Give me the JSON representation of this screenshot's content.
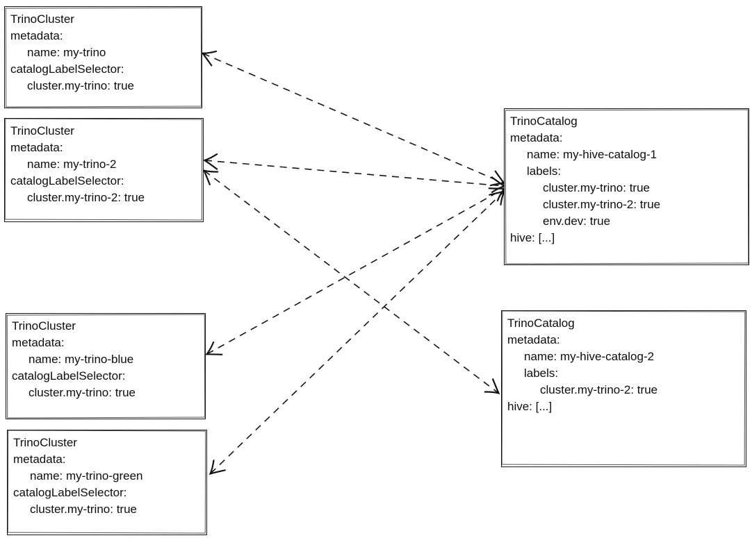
{
  "canvas": {
    "background": "#ffffff",
    "stroke_color": "#141414",
    "line_style": "dashed"
  },
  "boxes": [
    {
      "id": "cluster-my-trino",
      "kind": "TrinoCluster",
      "lines": [
        {
          "text": "TrinoCluster",
          "indent": 0
        },
        {
          "text": "metadata:",
          "indent": 0
        },
        {
          "text": "name: my-trino",
          "indent": 1
        },
        {
          "text": "catalogLabelSelector:",
          "indent": 0
        },
        {
          "text": "cluster.my-trino: true",
          "indent": 1
        }
      ]
    },
    {
      "id": "cluster-my-trino-2",
      "kind": "TrinoCluster",
      "lines": [
        {
          "text": "TrinoCluster",
          "indent": 0
        },
        {
          "text": "metadata:",
          "indent": 0
        },
        {
          "text": "name: my-trino-2",
          "indent": 1
        },
        {
          "text": "catalogLabelSelector:",
          "indent": 0
        },
        {
          "text": "cluster.my-trino-2: true",
          "indent": 1
        }
      ]
    },
    {
      "id": "cluster-my-trino-blue",
      "kind": "TrinoCluster",
      "lines": [
        {
          "text": "TrinoCluster",
          "indent": 0
        },
        {
          "text": "metadata:",
          "indent": 0
        },
        {
          "text": "name: my-trino-blue",
          "indent": 1
        },
        {
          "text": "catalogLabelSelector:",
          "indent": 0
        },
        {
          "text": "cluster.my-trino: true",
          "indent": 1
        }
      ]
    },
    {
      "id": "cluster-my-trino-green",
      "kind": "TrinoCluster",
      "lines": [
        {
          "text": "TrinoCluster",
          "indent": 0
        },
        {
          "text": "metadata:",
          "indent": 0
        },
        {
          "text": "name: my-trino-green",
          "indent": 1
        },
        {
          "text": "catalogLabelSelector:",
          "indent": 0
        },
        {
          "text": "cluster.my-trino: true",
          "indent": 1
        }
      ]
    },
    {
      "id": "catalog-1",
      "kind": "TrinoCatalog",
      "lines": [
        {
          "text": "TrinoCatalog",
          "indent": 0
        },
        {
          "text": "metadata:",
          "indent": 0
        },
        {
          "text": "name: my-hive-catalog-1",
          "indent": 1
        },
        {
          "text": "labels:",
          "indent": 1
        },
        {
          "text": "cluster.my-trino: true",
          "indent": 2
        },
        {
          "text": "cluster.my-trino-2: true",
          "indent": 2
        },
        {
          "text": "env.dev: true",
          "indent": 2
        },
        {
          "text": "hive: [...]",
          "indent": 0
        }
      ]
    },
    {
      "id": "catalog-2",
      "kind": "TrinoCatalog",
      "lines": [
        {
          "text": "TrinoCatalog",
          "indent": 0
        },
        {
          "text": "metadata:",
          "indent": 0
        },
        {
          "text": "name: my-hive-catalog-2",
          "indent": 1
        },
        {
          "text": "labels:",
          "indent": 1
        },
        {
          "text": "cluster.my-trino-2: true",
          "indent": 2
        },
        {
          "text": "hive: [...]",
          "indent": 0
        }
      ]
    }
  ],
  "connections": [
    {
      "from": "my-trino",
      "to": "my-hive-catalog-1",
      "style": "dashed, arrowheads both ends"
    },
    {
      "from": "my-trino-2",
      "to": "my-hive-catalog-1",
      "style": "dashed, arrowheads both ends"
    },
    {
      "from": "my-trino-blue",
      "to": "my-hive-catalog-1",
      "style": "dashed, arrowheads both ends"
    },
    {
      "from": "my-trino-green",
      "to": "my-hive-catalog-1",
      "style": "dashed, arrowheads both ends"
    },
    {
      "from": "my-trino-2",
      "to": "my-hive-catalog-2",
      "style": "dashed, arrowheads both ends"
    }
  ]
}
